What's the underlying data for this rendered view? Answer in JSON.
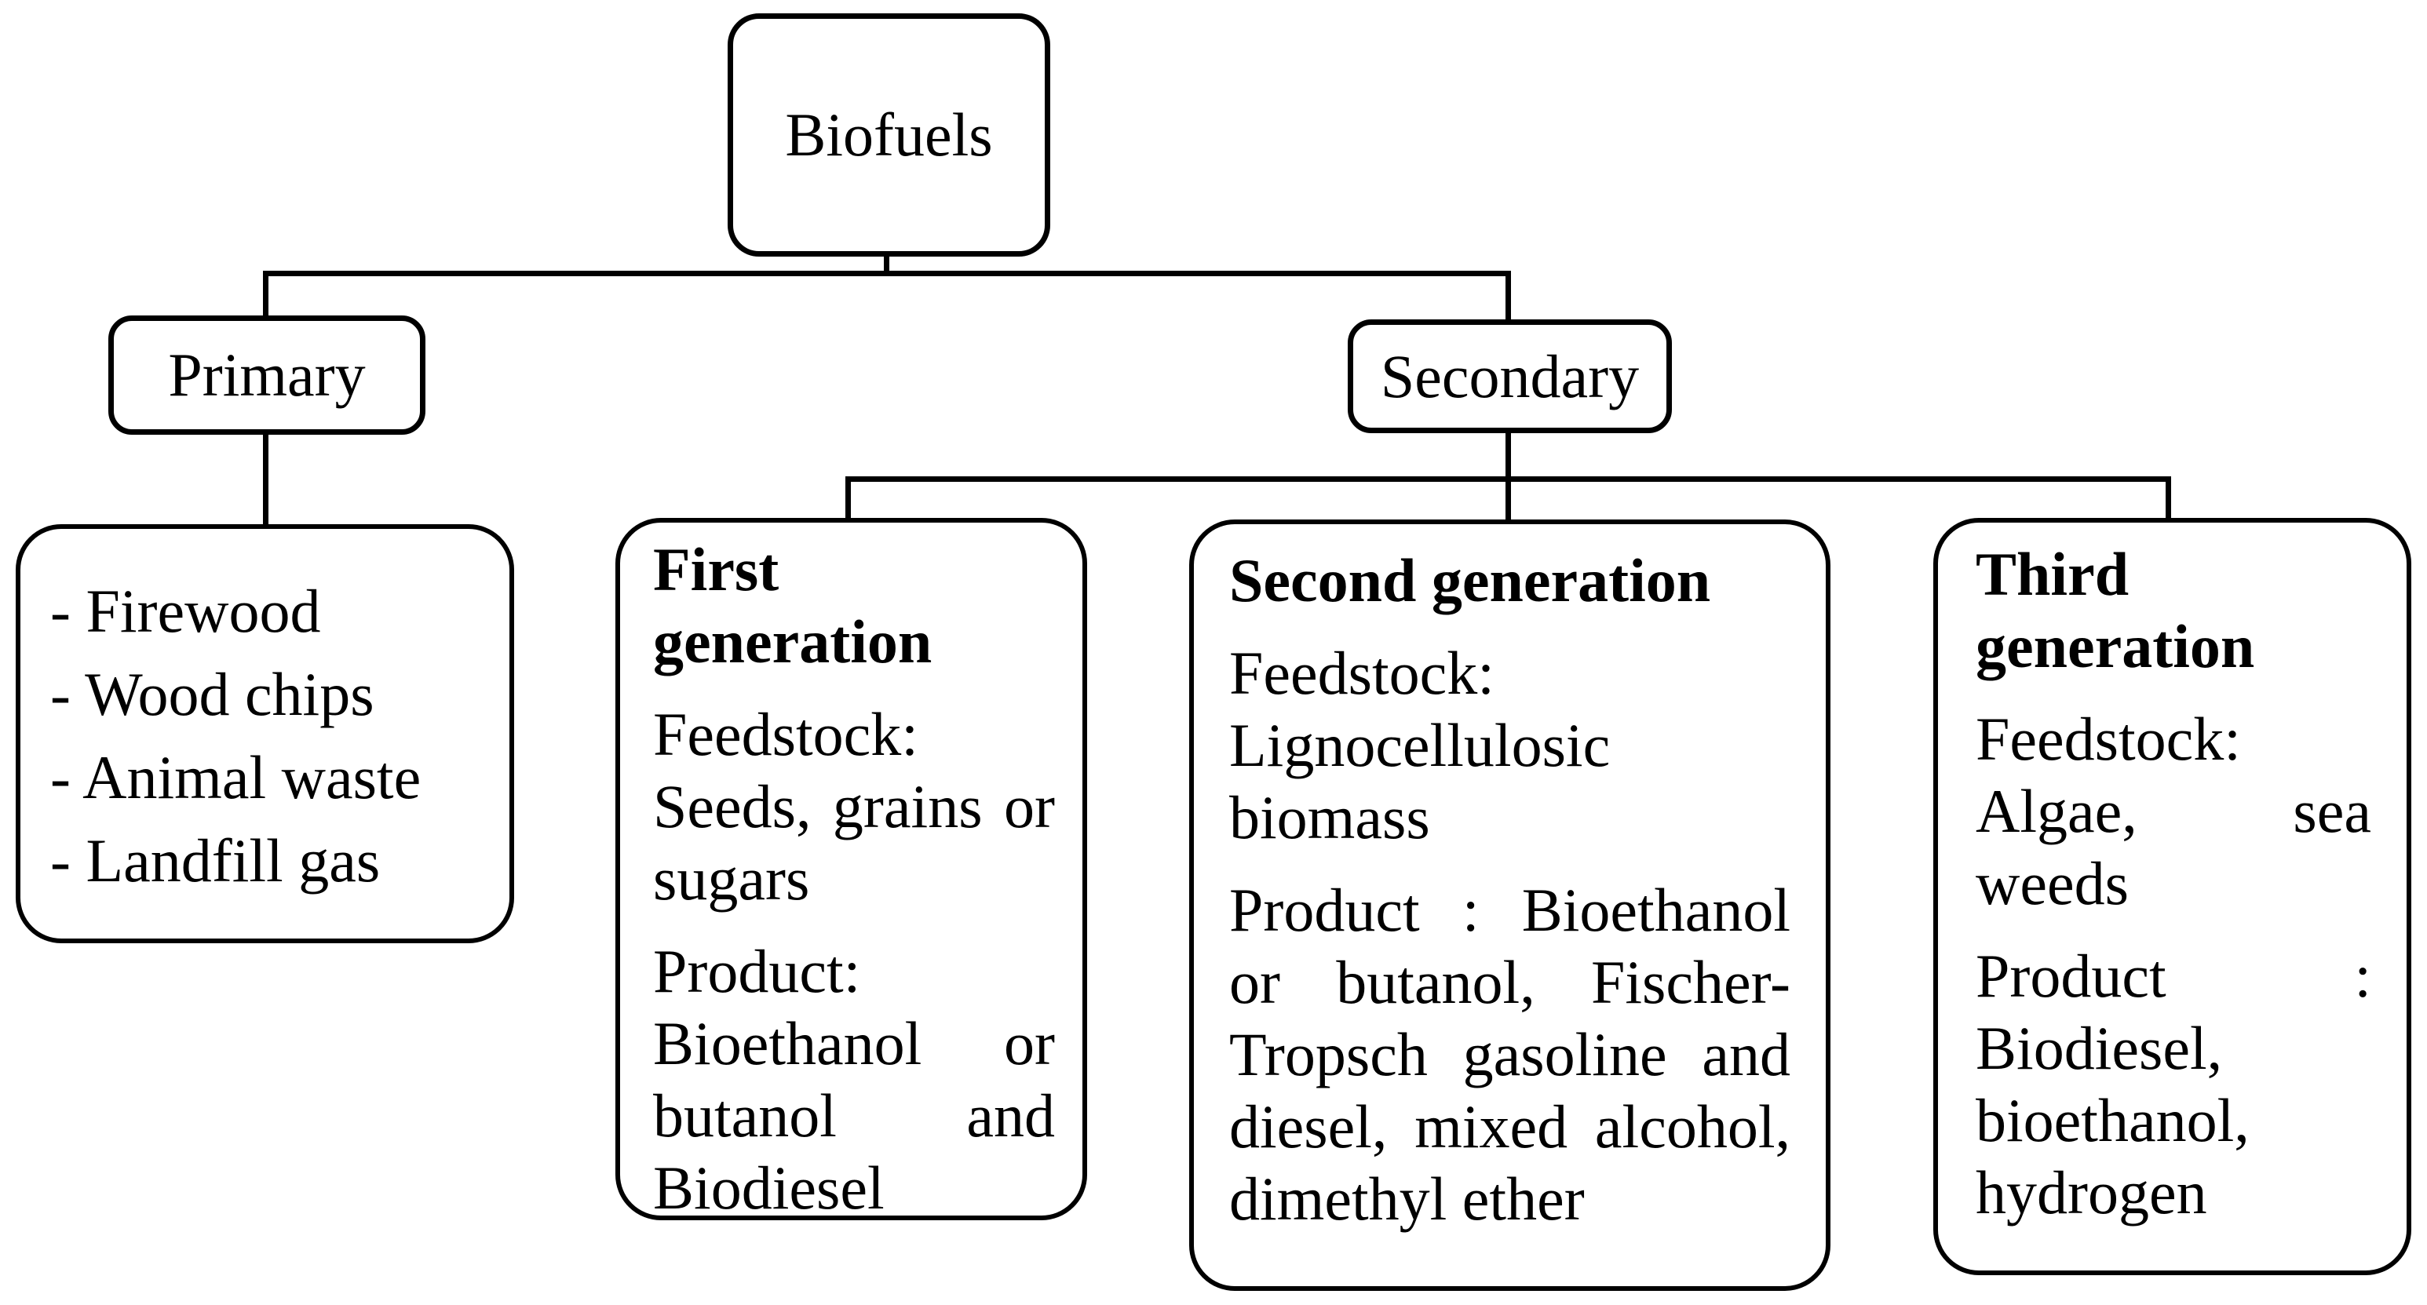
{
  "diagram": {
    "root_label": "Biofuels",
    "level1": {
      "primary_label": "Primary",
      "secondary_label": "Secondary"
    },
    "primary_items": [
      "- Firewood",
      "- Wood chips",
      "- Animal waste",
      "- Landfill gas"
    ],
    "generations": [
      {
        "title": "First generation",
        "feedstock": "Feedstock: Seeds, grains or sugars",
        "product": "Product: Bioethanol or butanol and Biodiesel"
      },
      {
        "title": "Second generation",
        "feedstock": "Feedstock: Lignocellulosic biomass",
        "product": "Product : Bioethanol or butanol, Fischer-Tropsch gasoline and diesel, mixed alcohol, dimethyl ether"
      },
      {
        "title": "Third generation",
        "feedstock": "Feedstock: Algae, sea weeds",
        "product": "Product : Biodiesel, bioethanol, hydrogen"
      }
    ],
    "colors": {
      "line": "#000000",
      "box_border": "#000000",
      "background": "#ffffff",
      "text": "#000000"
    }
  }
}
